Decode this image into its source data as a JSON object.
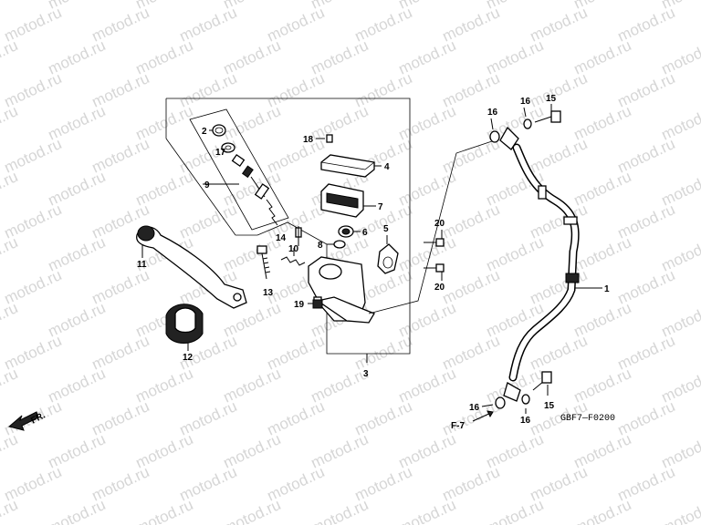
{
  "watermark": {
    "text": "motod.ru",
    "color": "#d6d6d6"
  },
  "diagram": {
    "code": "GBF7—F0200",
    "front_arrow_label": "FR.",
    "ref_label": "F-7",
    "callouts": {
      "c1": "1",
      "c2": "2",
      "c3": "3",
      "c4": "4",
      "c5": "5",
      "c6": "6",
      "c7": "7",
      "c8": "8",
      "c9": "9",
      "c10": "10",
      "c11": "11",
      "c12": "12",
      "c13": "13",
      "c14": "14",
      "c15_top": "15",
      "c15_bottom": "15",
      "c16_top_left": "16",
      "c16_top_right": "16",
      "c16_bottom_left": "16",
      "c16_bottom_right": "16",
      "c17": "17",
      "c18": "18",
      "c19": "19",
      "c20_top": "20",
      "c20_bottom": "20"
    }
  }
}
